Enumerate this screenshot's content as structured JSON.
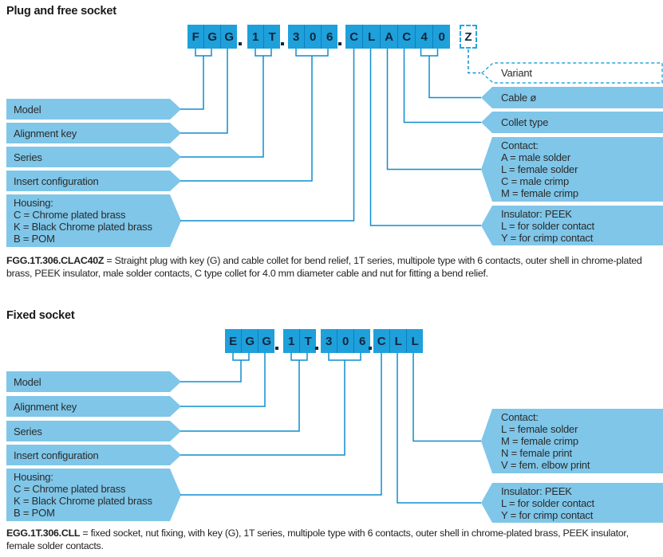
{
  "colors": {
    "cell_blue": "#1ea0db",
    "cell_divider_blue": "#0d7fc0",
    "banner_light_blue": "#7fc6e9",
    "connector_line_blue": "#0e8ecd",
    "code_letter_navy": "#12263c",
    "text_dark": "#262626"
  },
  "plug": {
    "title": "Plug and free socket",
    "code": {
      "g1": [
        "F",
        "G",
        "G"
      ],
      "g2": [
        "1",
        "T"
      ],
      "g3": [
        "3",
        "0",
        "6"
      ],
      "g4": [
        "C",
        "L",
        "A",
        "C",
        "4",
        "0"
      ],
      "variant": "Z",
      "dot": "."
    },
    "labels_left": {
      "model": "Model",
      "alignment_key": "Alignment key",
      "series": "Series",
      "insert_configuration": "Insert configuration",
      "housing": [
        "Housing:",
        "C = Chrome plated brass",
        "K = Black Chrome plated brass",
        "B = POM"
      ]
    },
    "labels_right": {
      "variant": "Variant",
      "cable_diameter": "Cable ø",
      "collet_type": "Collet type",
      "contact": [
        "Contact:",
        "A = male solder",
        "L = female solder",
        "C = male crimp",
        "M = female crimp"
      ],
      "insulator": [
        "Insulator: PEEK",
        "L = for solder contact",
        "Y = for crimp contact"
      ]
    },
    "description": {
      "code": "FGG.1T.306.CLAC40Z",
      "text": " = Straight plug with key (G) and cable collet for bend relief, 1T series, multipole type with 6 contacts, outer shell in chrome-plated brass, PEEK insulator, male solder contacts, C type collet for 4.0 mm diameter cable and nut for fitting a bend relief."
    }
  },
  "fixed": {
    "title": "Fixed socket",
    "code": {
      "g1": [
        "E",
        "G",
        "G"
      ],
      "g2": [
        "1",
        "T"
      ],
      "g3": [
        "3",
        "0",
        "6"
      ],
      "g4": [
        "C",
        "L",
        "L"
      ],
      "dot": "."
    },
    "labels_left": {
      "model": "Model",
      "alignment_key": "Alignment key",
      "series": "Series",
      "insert_configuration": "Insert configuration",
      "housing": [
        "Housing:",
        "C = Chrome plated brass",
        "K = Black Chrome plated brass",
        "B = POM"
      ]
    },
    "labels_right": {
      "contact": [
        "Contact:",
        "L = female solder",
        "M = female crimp",
        "N = female print",
        "V = fem. elbow print"
      ],
      "insulator": [
        "Insulator: PEEK",
        "L = for solder contact",
        "Y = for crimp contact"
      ]
    },
    "description": {
      "code": "EGG.1T.306.CLL",
      "text": " = fixed socket, nut fixing, with key (G), 1T series, multipole type with 6 contacts, outer shell in chrome-plated brass, PEEK insulator, female solder contacts."
    }
  }
}
